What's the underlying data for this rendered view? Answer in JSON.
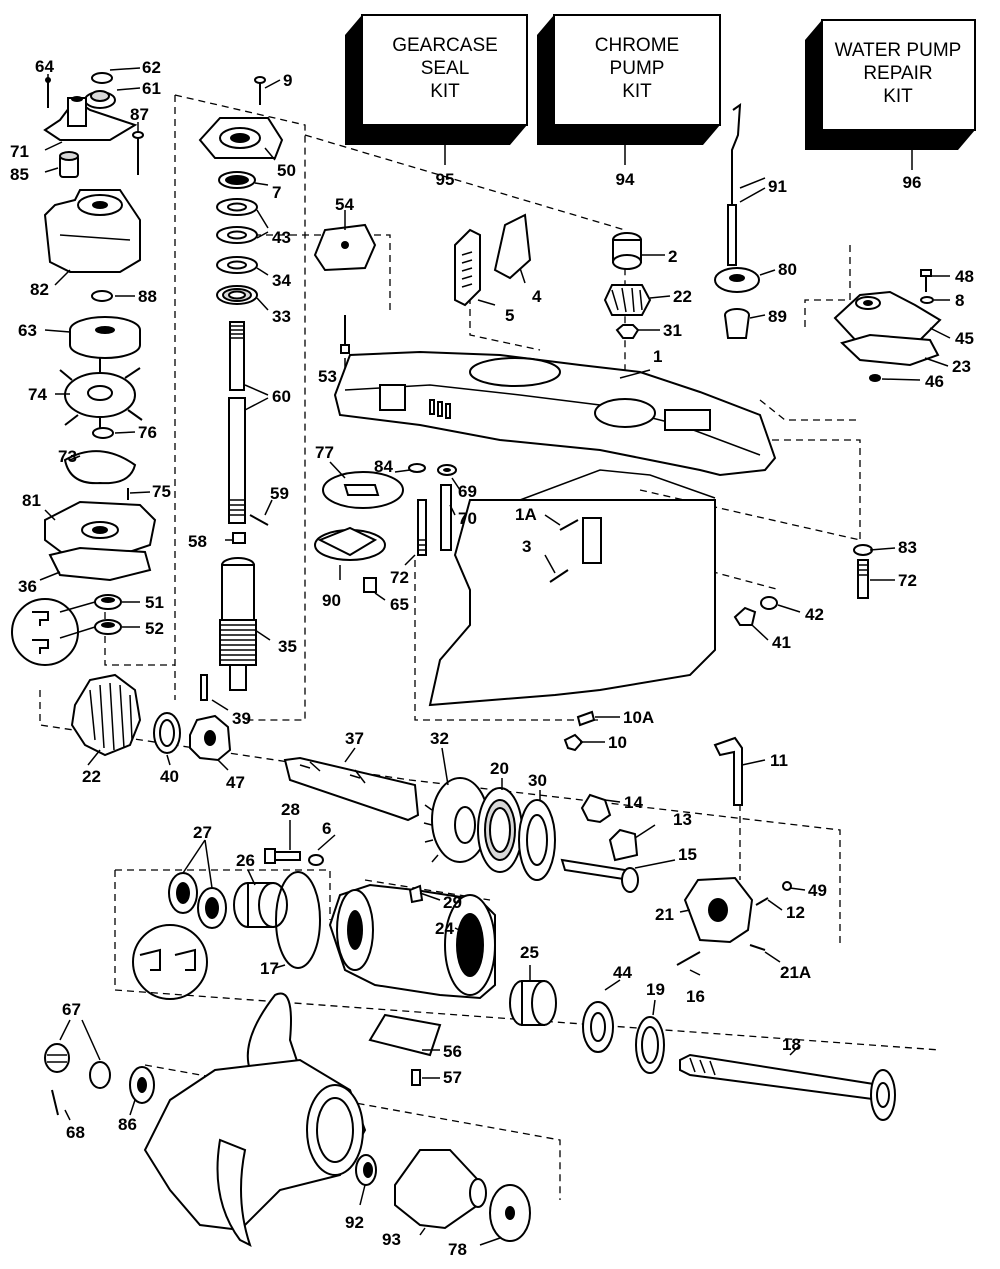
{
  "kits": {
    "gearcase_seal": {
      "lines": [
        "GEARCASE",
        "SEAL",
        "KIT"
      ],
      "number": "95"
    },
    "chrome_pump": {
      "lines": [
        "CHROME",
        "PUMP",
        "KIT"
      ],
      "number": "94"
    },
    "water_pump_repair": {
      "lines": [
        "WATER PUMP",
        "REPAIR",
        "KIT"
      ],
      "number": "96"
    }
  },
  "labels": {
    "l64": "64",
    "l62": "62",
    "l61": "61",
    "l87": "87",
    "l71": "71",
    "l85": "85",
    "l82": "82",
    "l88": "88",
    "l63": "63",
    "l74": "74",
    "l76": "76",
    "l73": "73",
    "l75": "75",
    "l81": "81",
    "l36": "36",
    "l51": "51",
    "l52": "52",
    "l9": "9",
    "l50": "50",
    "l7": "7",
    "l43": "43",
    "l34": "34",
    "l33": "33",
    "l60": "60",
    "l59": "59",
    "l58": "58",
    "l35": "35",
    "l39": "39",
    "l54": "54",
    "l53": "53",
    "l5": "5",
    "l4": "4",
    "l2": "2",
    "l22a": "22",
    "l31": "31",
    "l1": "1",
    "l91": "91",
    "l80": "80",
    "l89": "89",
    "l48": "48",
    "l8": "8",
    "l45": "45",
    "l23": "23",
    "l46": "46",
    "l77": "77",
    "l84": "84",
    "l69": "69",
    "l70": "70",
    "l72a": "72",
    "l90": "90",
    "l65": "65",
    "l1A": "1A",
    "l3": "3",
    "l83": "83",
    "l72b": "72",
    "l42": "42",
    "l41": "41",
    "l10A": "10A",
    "l10": "10",
    "l22b": "22",
    "l40": "40",
    "l47": "47",
    "l37": "37",
    "l32": "32",
    "l20": "20",
    "l30": "30",
    "l14": "14",
    "l11": "11",
    "l13": "13",
    "l15": "15",
    "l28": "28",
    "l6": "6",
    "l27": "27",
    "l26": "26",
    "l29": "29",
    "l49": "49",
    "l12": "12",
    "l21": "21",
    "l21A": "21A",
    "l16": "16",
    "l24": "24",
    "l17": "17",
    "l25": "25",
    "l44": "44",
    "l19": "19",
    "l18": "18",
    "l67": "67",
    "l56": "56",
    "l57": "57",
    "l68": "68",
    "l86": "86",
    "l92": "92",
    "l93": "93",
    "l78": "78"
  }
}
